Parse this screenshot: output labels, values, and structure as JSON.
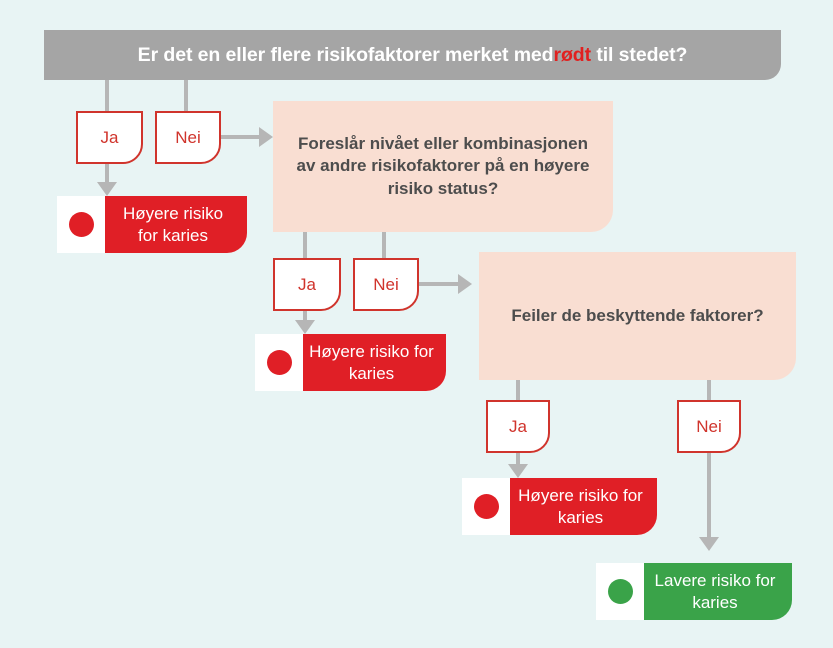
{
  "background_color": "#e8f4f4",
  "palette": {
    "header_gray": "#a5a5a5",
    "accent_red": "#e01f26",
    "border_red": "#d0342c",
    "peach": "#f9ded2",
    "green": "#3aa349",
    "connector_gray": "#b6b6b6",
    "question_text": "#4d4d4d"
  },
  "header": {
    "text_before": "Er det en eller flere risikofaktorer merket med",
    "highlight": "rødt",
    "text_after": " til stedet?"
  },
  "questions": [
    {
      "id": "q1",
      "text": "Foreslår nivået eller kombinasjonen av andre risikofaktorer på en høyere risiko status?"
    },
    {
      "id": "q2",
      "text": "Feiler de beskyttende faktorer?"
    }
  ],
  "choices": {
    "yes": "Ja",
    "no": "Nei"
  },
  "outcomes": {
    "higher_risk": "Høyere risiko for karies",
    "lower_risk": "Lavere risiko for karies"
  }
}
